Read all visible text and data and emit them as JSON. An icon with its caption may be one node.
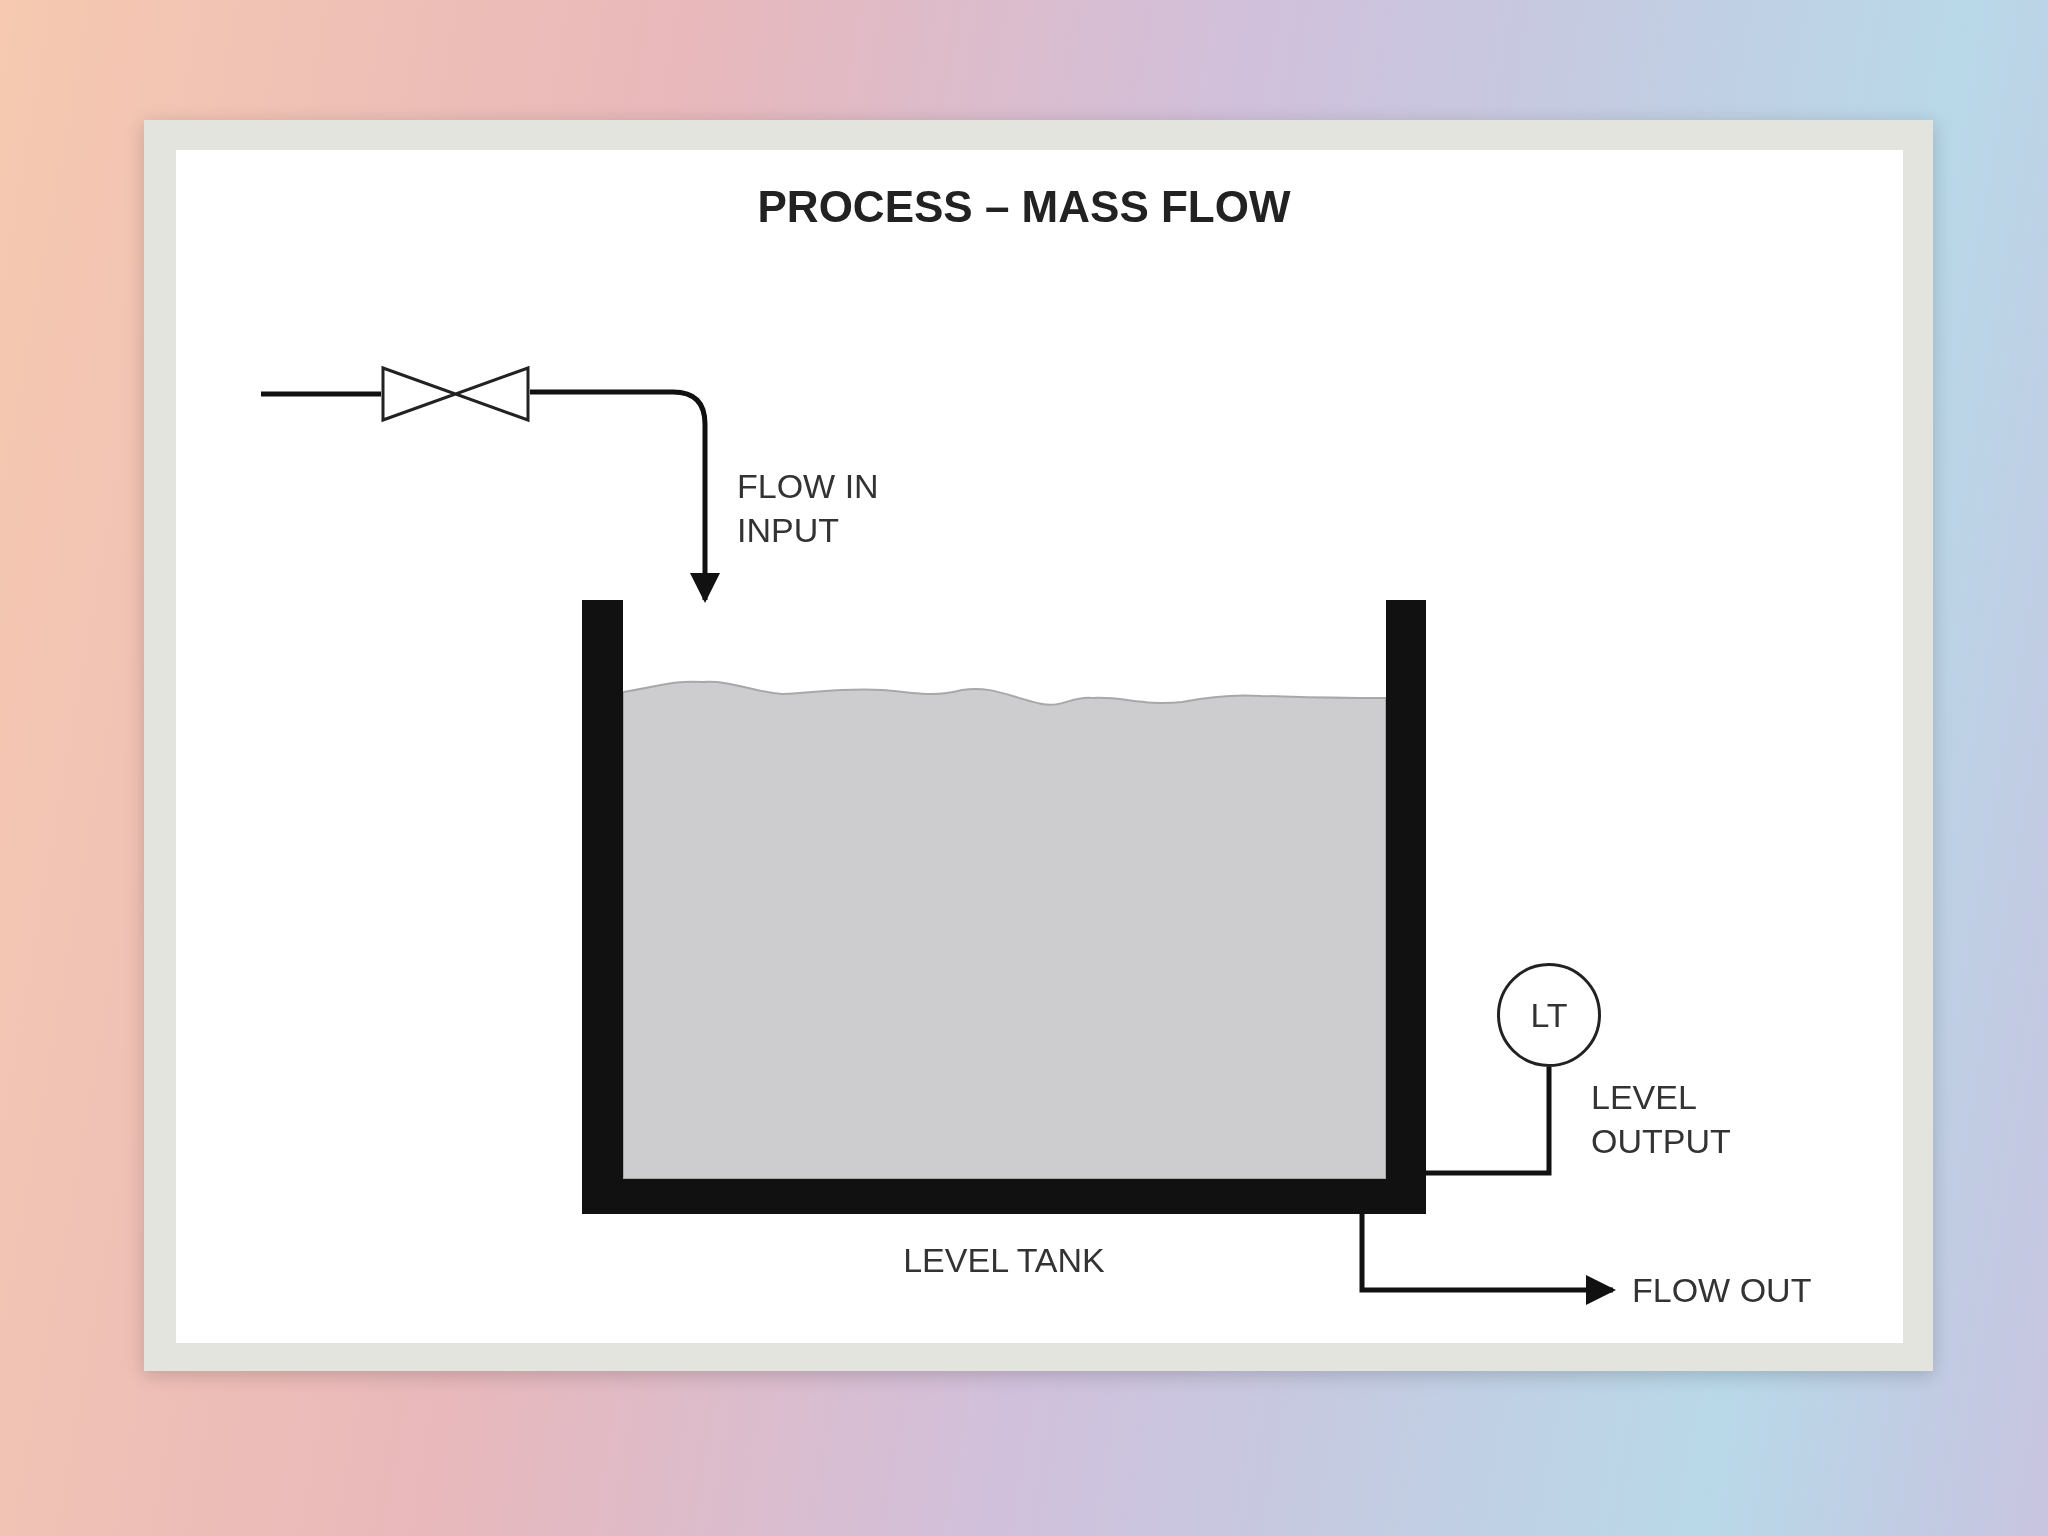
{
  "diagram": {
    "title": "PROCESS – MASS FLOW",
    "nodes": [
      {
        "text": [
          "LEVEL TANK"
        ]
      },
      {
        "text": [
          "LT"
        ]
      },
      {
        "text": [],
        "shape": "bowtie"
      }
    ],
    "edges": [
      {
        "from": null,
        "to": 2,
        "arrow": "none"
      },
      {
        "from": 2,
        "to": 0,
        "arrow": "to",
        "label": "FLOW IN INPUT"
      },
      {
        "from": 0,
        "to": 1,
        "arrow": "none",
        "label": "LEVEL OUTPUT"
      },
      {
        "from": 0,
        "to": null,
        "arrow": "to",
        "label": "FLOW OUT"
      }
    ]
  }
}
